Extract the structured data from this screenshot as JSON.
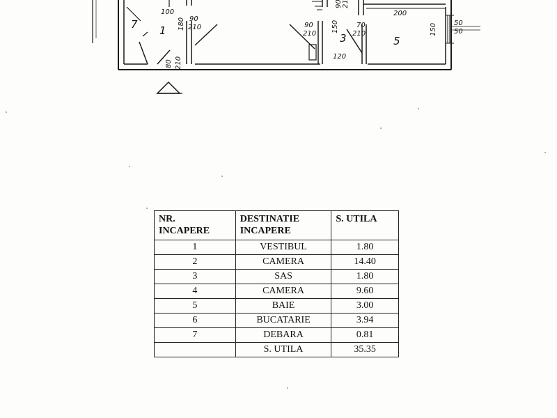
{
  "floor_plan": {
    "room_numbers": [
      "1",
      "3",
      "5"
    ],
    "room_7_label": "7",
    "dimensions": {
      "d100": "100",
      "d180": "180",
      "d90_210_a": "90",
      "d90_210_a_h": "210",
      "d80": "80",
      "d80_h": "210",
      "d90_210_b": "90",
      "d90_210_b_h": "210",
      "d150_a": "150",
      "d70": "70",
      "d70_h": "210",
      "d120": "120",
      "d200": "200",
      "d150_b": "150",
      "d50_a": "50",
      "d50_b": "50",
      "d90_top": "90",
      "d21_top": "21"
    }
  },
  "room_table": {
    "headers": {
      "nr": [
        "NR.",
        "INCAPERE"
      ],
      "destinatie": [
        "DESTINATIE",
        "INCAPERE"
      ],
      "area": "S. UTILA"
    },
    "rows": [
      {
        "nr": "1",
        "name": "VESTIBUL",
        "area": "1.80"
      },
      {
        "nr": "2",
        "name": "CAMERA",
        "area": "14.40"
      },
      {
        "nr": "3",
        "name": "SAS",
        "area": "1.80"
      },
      {
        "nr": "4",
        "name": "CAMERA",
        "area": "9.60"
      },
      {
        "nr": "5",
        "name": "BAIE",
        "area": "3.00"
      },
      {
        "nr": "6",
        "name": "BUCATARIE",
        "area": "3.94"
      },
      {
        "nr": "7",
        "name": "DEBARA",
        "area": "0.81"
      }
    ],
    "total": {
      "label": "S. UTILA",
      "area": "35.35"
    }
  }
}
